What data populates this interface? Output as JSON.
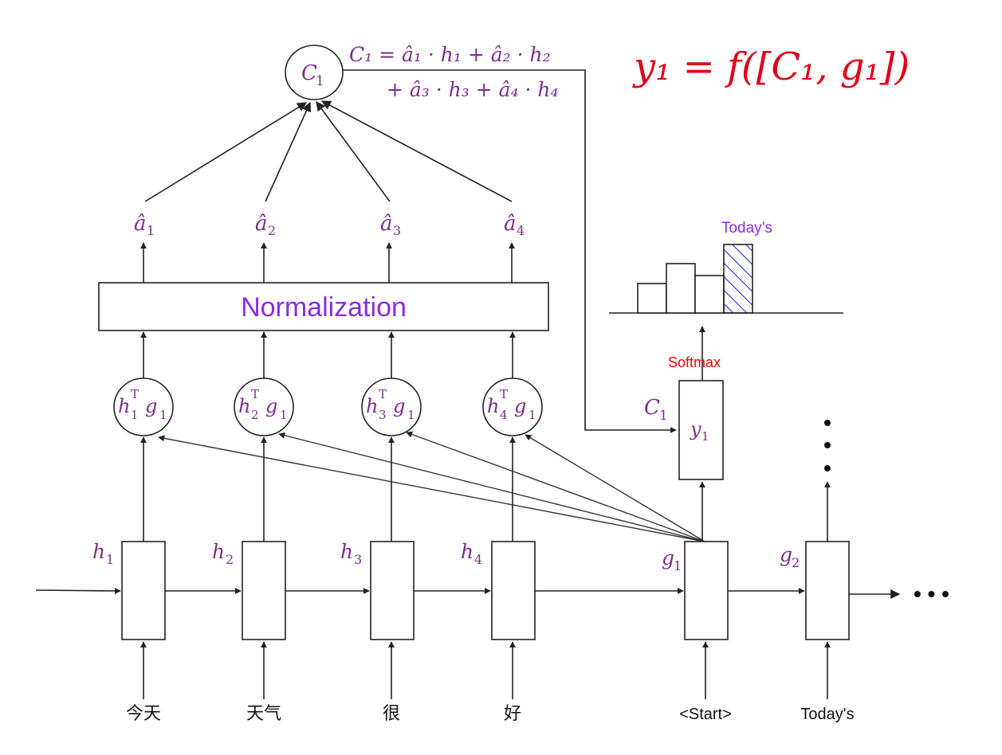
{
  "colors": {
    "math_text": "#7b2d8e",
    "normalization_text": "#8a2be2",
    "formula_red": "#e0001a",
    "softmax_red": "#ff0000",
    "todays_label": "#8a2be2",
    "hatch_blue": "#1a1adb",
    "stroke": "#222222"
  },
  "context": {
    "node_label": "C",
    "node_sub": "1",
    "formula_line1": "C₁ = â₁ · h₁ + â₂ · h₂",
    "formula_line2": "+ â₃ · h₃ + â₄ · h₄"
  },
  "output_formula": "y₁ = f([C₁, g₁])",
  "attention_weights": [
    {
      "base": "â",
      "sub": "1"
    },
    {
      "base": "â",
      "sub": "2"
    },
    {
      "base": "â",
      "sub": "3"
    },
    {
      "base": "â",
      "sub": "4"
    }
  ],
  "normalization_label": "Normalization",
  "scores": [
    {
      "h": "h",
      "sub": "1",
      "sup": "T",
      "g": "g",
      "gsub": "1"
    },
    {
      "h": "h",
      "sub": "2",
      "sup": "T",
      "g": "g",
      "gsub": "1"
    },
    {
      "h": "h",
      "sub": "3",
      "sup": "T",
      "g": "g",
      "gsub": "1"
    },
    {
      "h": "h",
      "sub": "4",
      "sup": "T",
      "g": "g",
      "gsub": "1"
    }
  ],
  "encoder_states": [
    {
      "base": "h",
      "sub": "1"
    },
    {
      "base": "h",
      "sub": "2"
    },
    {
      "base": "h",
      "sub": "3"
    },
    {
      "base": "h",
      "sub": "4"
    }
  ],
  "decoder_states": [
    {
      "base": "g",
      "sub": "1"
    },
    {
      "base": "g",
      "sub": "2"
    }
  ],
  "inputs": [
    "今天",
    "天气",
    "很",
    "好",
    "<Start>",
    "Today's"
  ],
  "softmax_label": "Softmax",
  "output_box": {
    "context_base": "C",
    "context_sub": "1",
    "y_base": "y",
    "y_sub": "1"
  },
  "distribution": {
    "selected_label": "Today’s",
    "bar_values": [
      0.37,
      0.62,
      0.47,
      0.86
    ],
    "selected_index": 3
  },
  "ellipsis": "• • •"
}
